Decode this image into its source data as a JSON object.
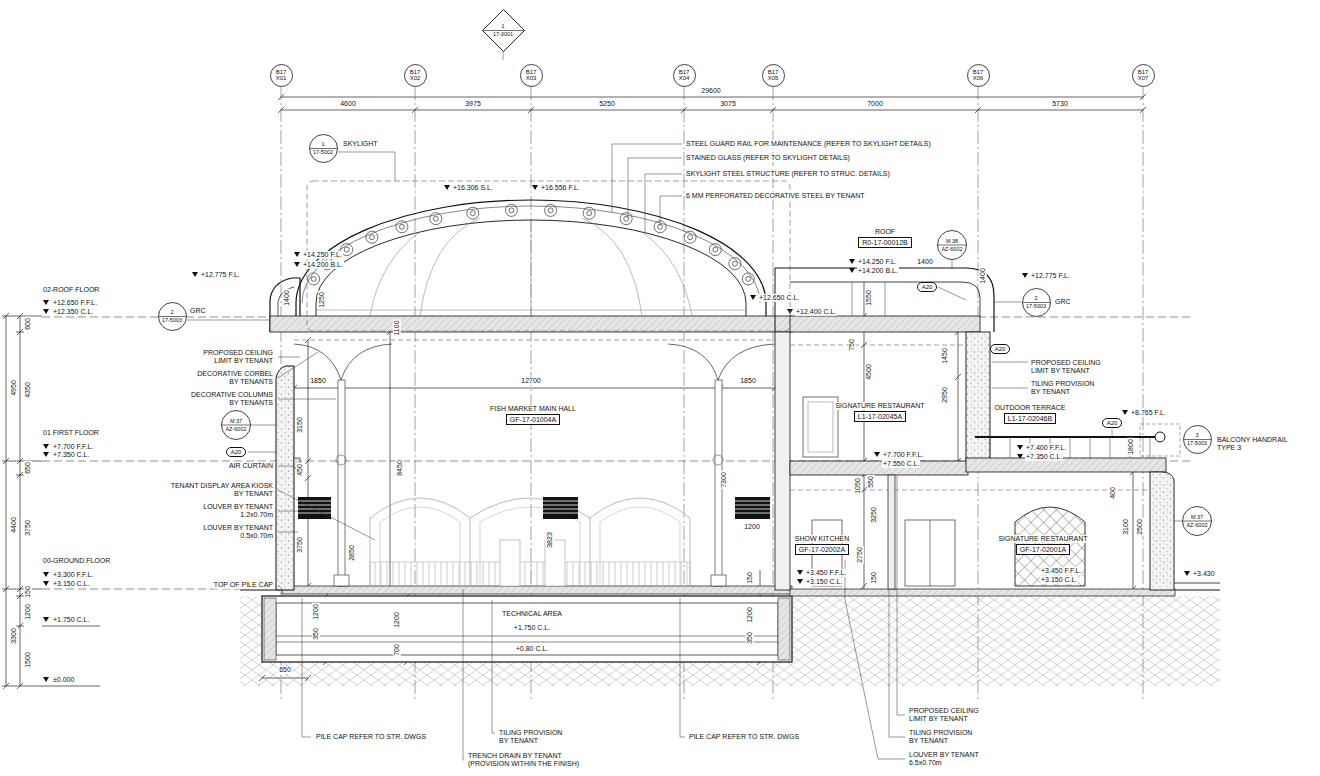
{
  "diagram": {
    "nodes": [
      {
        "text": [
          "1",
          "17-3001"
        ]
      },
      {
        "text": [
          "B17 X01"
        ]
      },
      {
        "text": [
          "B17 X02"
        ]
      },
      {
        "text": [
          "B17 X03"
        ]
      },
      {
        "text": [
          "B17 X04"
        ]
      },
      {
        "text": [
          "B17 X05"
        ]
      },
      {
        "text": [
          "B17 X06"
        ]
      },
      {
        "text": [
          "B17 X07"
        ]
      },
      {
        "text": [
          "1",
          "17-5002"
        ]
      },
      {
        "text": [
          "ROOF",
          "R0-17-00012B"
        ]
      },
      {
        "text": [
          "M 38",
          "AZ-6002"
        ]
      },
      {
        "text": [
          "A20"
        ]
      },
      {
        "text": [
          "2",
          "17-5003"
        ]
      },
      {
        "text": [
          "2",
          "17-5003"
        ]
      },
      {
        "text": [
          "A20"
        ]
      },
      {
        "text": [
          "SIGNATURE RESTAURANT",
          "L1-17-02045A"
        ]
      },
      {
        "text": [
          "OUTDOOR TERRACE",
          "L1-17-02046B"
        ]
      },
      {
        "text": [
          "FISH MARKET MAIN HALL",
          "GF-17-01004A"
        ]
      },
      {
        "text": [
          "M 37",
          "AZ-6002"
        ]
      },
      {
        "text": [
          "A20"
        ]
      },
      {
        "text": [
          "3",
          "17-5003"
        ]
      },
      {
        "text": [
          "A20"
        ]
      },
      {
        "text": [
          "M 37",
          "AZ-6002"
        ]
      },
      {
        "text": [
          "SHOW KITCHEN",
          "GF-17-02002A"
        ]
      },
      {
        "text": [
          "SIGNATURE RESTAURANT",
          "GF-17-02001A"
        ]
      }
    ],
    "labels": [
      "29600",
      "4600",
      "3975",
      "5250",
      "3075",
      "7000",
      "5730",
      "SKYLIGHT",
      "STEEL GUARD RAIL FOR MAINTENANCE (REFER TO SKYLIGHT DETAILS)",
      "STAINED GLASS (REFER TO SKYLIGHT DETAILS)",
      "SKYLIGHT STEEL STRUCTURE (REFER TO STRUC. DETAILS)",
      "6 MM PERFORATED DECORATIVE STEEL BY TENANT",
      "+16.306 S.L.",
      "+16.556 F.L.",
      "+14.250 F.L.",
      "+14.200 B.L.",
      "+12.775 F.L.",
      "+12.650 C.L.",
      "+12.400 C.L.",
      "+14.250 F.L.",
      "+14.200 B.L.",
      "+12.775 F.L.",
      "GRC",
      "GRC",
      "02-ROOF FLOOR",
      "+12.650 F.F.L.",
      "+12.350 C.L.",
      "01 FIRST FLOOR",
      "+7.700 F.F.L.",
      "+7.350 C.L.",
      "00-GROUND FLOOR",
      "+3.300 F.F.L.",
      "+3.150 C.L.",
      "+1.750 C.L.",
      "±0.000",
      "600",
      "4350",
      "4950",
      "650",
      "3750",
      "4400",
      "150",
      "1200",
      "3300",
      "1500",
      "PROPOSED CEILING LIMIT BY TENANT",
      "DECORATIVE CORBEL BY TENANTS",
      "DECORATIVE COLUMNS BY TENANTS",
      "AIR CURTAIN",
      "TENANT DISPLAY AREA KIOSK BY TENANT",
      "LOUVER BY TENANT 1.2x0.70m",
      "LOUVER BY TENANT 0.5x0.70m",
      "TOP OF PILE CAP",
      "1850",
      "12700",
      "1850",
      "3150",
      "8450",
      "450",
      "3750",
      "2850",
      "3823",
      "7300",
      "1200",
      "1250",
      "1100",
      "1400",
      "1400",
      "1400",
      "1550",
      "750",
      "4500",
      "2950",
      "1450",
      "550",
      "1050",
      "3250",
      "2750",
      "150",
      "3100",
      "2500",
      "400",
      "1800",
      "+8.765 F.L.",
      "+7.700 F.F.L.",
      "+7.550 C.L.",
      "+7.400 F.F.L.",
      "+7.350 C.L.",
      "+3.450 F.F.L.",
      "+3.150 C.L.",
      "+3.450 F.F.L.",
      "+3.150 C.L.",
      "+3.430",
      "PROPOSED CEILING LIMIT BY TENANT",
      "TILING PROVISION BY TENANT",
      "BALCONY HANDRAIL TYPE 3",
      "TECHNICAL AREA",
      "+1.750 C.L.",
      "+0.80 C.L.",
      "650",
      "1200",
      "350",
      "1200",
      "700",
      "150",
      "1200",
      "350",
      "PILE CAP REFER TO STR. DWGS",
      "TILING PROVISION BY TENANT",
      "TRENCH DRAIN BY TENANT (PROVISION WITHIN THE FINISH)",
      "PILE CAP REFER TO STR. DWGS",
      "PROPOSED CEILING LIMIT BY TENANT",
      "TILING PROVISION BY TENANT",
      "LOUVER BY TENANT 6.5x0.70m"
    ]
  }
}
